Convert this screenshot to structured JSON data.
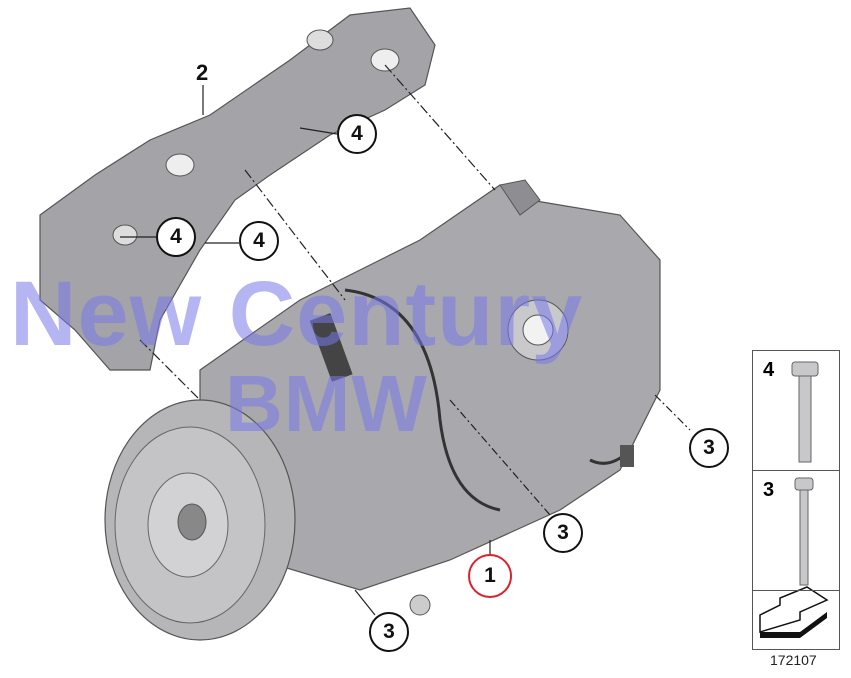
{
  "watermark": {
    "line1": "New Century",
    "line2": "BMW"
  },
  "callouts": {
    "part_2": "2",
    "part_4_top": "4",
    "part_4_left": "4",
    "part_4_mid": "4",
    "part_3_right": "3",
    "part_3_center": "3",
    "part_1": "1",
    "part_3_bottom": "3"
  },
  "legend": {
    "rows": [
      {
        "label": "4",
        "icon": "long-hex-bolt"
      },
      {
        "label": "3",
        "icon": "thin-hex-bolt"
      },
      {
        "label": "",
        "icon": "direction-arrow"
      }
    ]
  },
  "figure_number": "172107",
  "colors": {
    "highlight_circle": "#d8232a",
    "watermark": "#7878eb",
    "part_grey": "#a9a9ad"
  }
}
